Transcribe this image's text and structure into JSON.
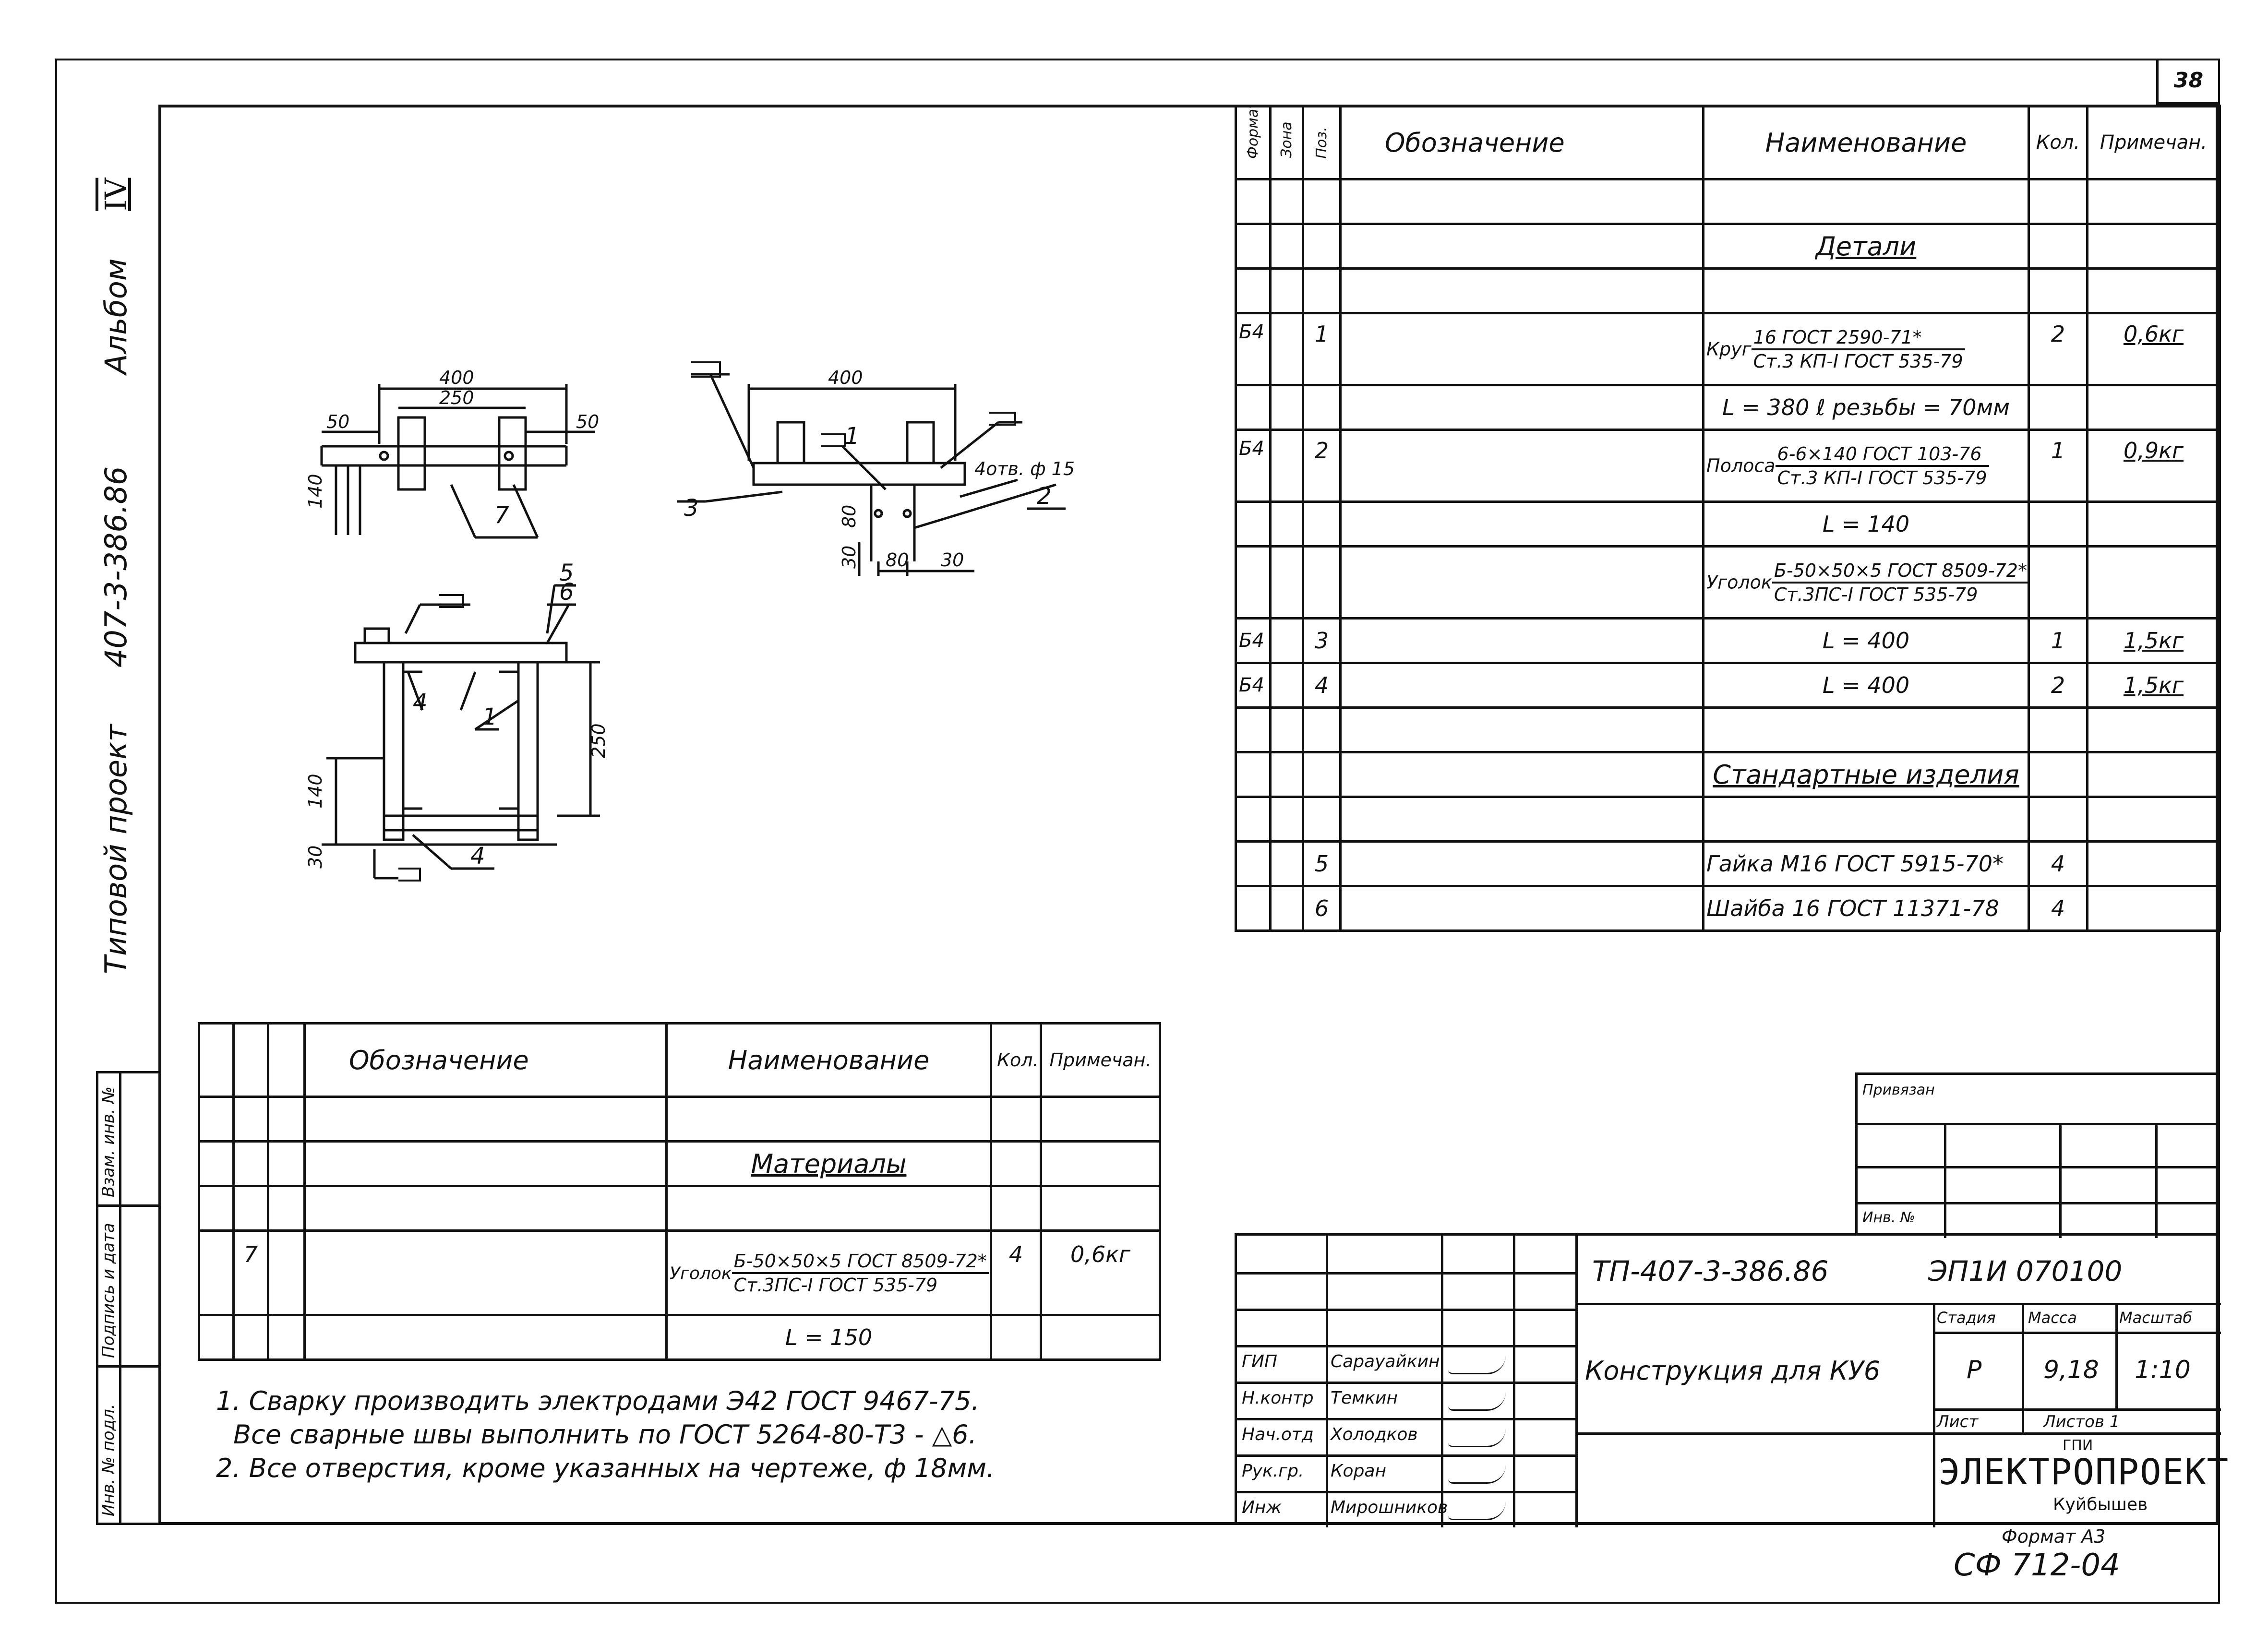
{
  "sheet_number": "38",
  "sidebar": {
    "album_label": "Альбом",
    "album_number": "IV",
    "project_label": "Типовой проект",
    "project_number": "407-3-386.86",
    "boxes": [
      "Инв. № подл.",
      "Подпись и дата",
      "Взам. инв. №"
    ]
  },
  "main_table": {
    "headers": [
      "Формат",
      "Зона",
      "Поз.",
      "Обозначение",
      "Наименование",
      "Кол.",
      "Примечан."
    ],
    "rows": [
      {
        "format": "",
        "pos": "",
        "name": "",
        "qty": "",
        "note": ""
      },
      {
        "format": "",
        "pos": "",
        "section": "Детали",
        "qty": "",
        "note": ""
      },
      {
        "format": "",
        "pos": "",
        "name": "",
        "qty": "",
        "note": ""
      },
      {
        "format": "Б4",
        "pos": "1",
        "prefix": "Круг",
        "frac_top": "16 ГОСТ 2590-71*",
        "frac_bot": "Ст.3 КП-I ГОСТ 535-79",
        "qty": "2",
        "note": "0,6кг"
      },
      {
        "format": "",
        "pos": "",
        "name": "L = 380  ℓ резьбы = 70мм",
        "qty": "",
        "note": ""
      },
      {
        "format": "Б4",
        "pos": "2",
        "prefix": "Полоса",
        "frac_top": "6-6×140 ГОСТ 103-76",
        "frac_bot": "Ст.3 КП-I ГОСТ 535-79",
        "qty": "1",
        "note": "0,9кг"
      },
      {
        "format": "",
        "pos": "",
        "name": "L = 140",
        "qty": "",
        "note": ""
      },
      {
        "format": "",
        "pos": "",
        "prefix": "Уголок",
        "frac_top": "Б-50×50×5 ГОСТ 8509-72*",
        "frac_bot": "Ст.3ПС-I ГОСТ 535-79",
        "qty": "",
        "note": ""
      },
      {
        "format": "Б4",
        "pos": "3",
        "name": "L = 400",
        "qty": "1",
        "note": "1,5кг"
      },
      {
        "format": "Б4",
        "pos": "4",
        "name": "L = 400",
        "qty": "2",
        "note": "1,5кг"
      },
      {
        "format": "",
        "pos": "",
        "name": "",
        "qty": "",
        "note": ""
      },
      {
        "format": "",
        "pos": "",
        "section": "Стандартные изделия",
        "qty": "",
        "note": ""
      },
      {
        "format": "",
        "pos": "",
        "name": "",
        "qty": "",
        "note": ""
      },
      {
        "format": "",
        "pos": "5",
        "name": "Гайка М16  ГОСТ 5915-70*",
        "qty": "4",
        "note": ""
      },
      {
        "format": "",
        "pos": "6",
        "name": "Шайба 16  ГОСТ 11371-78",
        "qty": "4",
        "note": ""
      }
    ]
  },
  "materials_table": {
    "headers": [
      "",
      "",
      "",
      "Обозначение",
      "Наименование",
      "Кол.",
      "Примечан."
    ],
    "section": "Материалы",
    "item": {
      "pos": "7",
      "prefix": "Уголок",
      "frac_top": "Б-50×50×5 ГОСТ 8509-72*",
      "frac_bot": "Ст.3ПС-I ГОСТ 535-79",
      "qty": "4",
      "note": "0,6кг"
    },
    "length": "L = 150"
  },
  "notes": [
    "1. Сварку производить электродами Э42 ГОСТ 9467-75.",
    "Все сварные швы выполнить по ГОСТ 5264-80-Т3 - △6.",
    "2. Все отверстия, кроме указанных на чертеже, ф 18мм."
  ],
  "drawing": {
    "dims": [
      "400",
      "250",
      "50",
      "50",
      "140",
      "400",
      "80",
      "30",
      "80",
      "30",
      "250",
      "140",
      "30"
    ],
    "hole_label": "4отв. ф 15",
    "callouts": [
      "7",
      "3",
      "1",
      "2",
      "5",
      "6",
      "4",
      "1",
      "4"
    ]
  },
  "title_block": {
    "privyazan": "Привязан",
    "inv_no": "Инв. №",
    "doc_code": "ТП-407-3-386.86",
    "sheet_code": "ЭП1И 070100",
    "title": "Конструкция для КУ6",
    "stage_label": "Стадия",
    "mass_label": "Масса",
    "scale_label": "Масштаб",
    "stage": "Р",
    "mass": "9,18",
    "scale": "1:10",
    "sheet_label": "Лист",
    "sheets_label": "Листов 1",
    "people": [
      {
        "role": "ГИП",
        "name": "Сарауайкин"
      },
      {
        "role": "Н.контр",
        "name": "Темкин"
      },
      {
        "role": "Нач.отд",
        "name": "Холодков"
      },
      {
        "role": "Рук.гр.",
        "name": "Коран"
      },
      {
        "role": "Инж",
        "name": "Мирошников"
      }
    ],
    "org_top": "ГПИ",
    "org_name": "ЭЛЕКТРОПРОЕКТ",
    "org_city": "Куйбышев"
  },
  "format_label": "Формат А3",
  "stamp_code": "СФ 712-04"
}
